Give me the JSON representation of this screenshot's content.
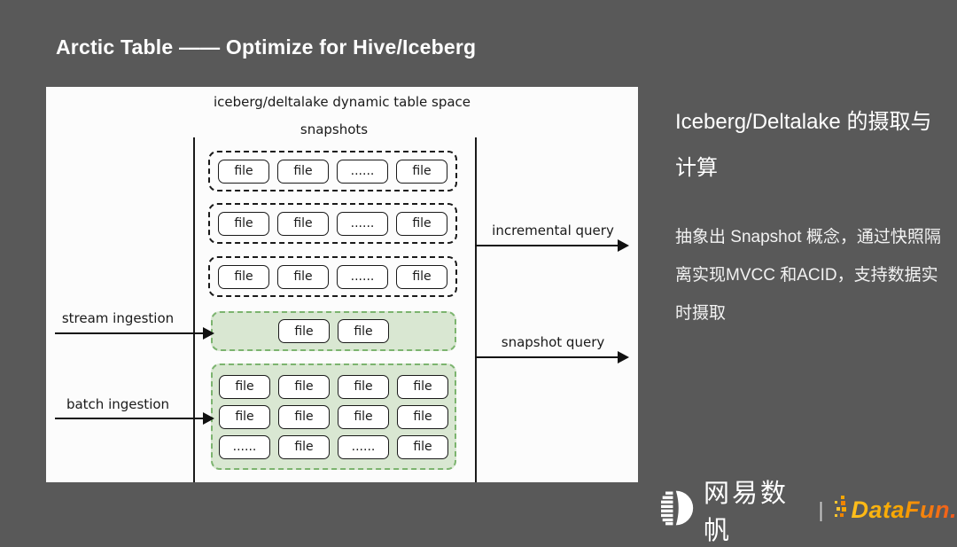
{
  "slide": {
    "title": "Arctic Table —— Optimize for Hive/Iceberg",
    "background_color": "#595959"
  },
  "diagram": {
    "title": "iceberg/deltalake dynamic table space",
    "snapshots_label": "snapshots",
    "snapshot_rows": [
      [
        "file",
        "file",
        "......",
        "file"
      ],
      [
        "file",
        "file",
        "......",
        "file"
      ],
      [
        "file",
        "file",
        "......",
        "file"
      ]
    ],
    "stream_files": [
      "file",
      "file"
    ],
    "batch_rows": [
      [
        "file",
        "file",
        "file",
        "file"
      ],
      [
        "file",
        "file",
        "file",
        "file"
      ],
      [
        "......",
        "file",
        "......",
        "file"
      ]
    ],
    "labels": {
      "stream_ingestion": "stream ingestion",
      "batch_ingestion": "batch ingestion",
      "incremental_query": "incremental query",
      "snapshot_query": "snapshot query"
    },
    "colors": {
      "green_fill": "#d9e7d2",
      "green_border": "#7cb46f",
      "panel_bg": "#fcfcfc"
    }
  },
  "sidebar": {
    "heading": "Iceberg/Deltalake 的摄取与计算",
    "body": "抽象出 Snapshot 概念，通过快照隔离实现MVCC 和ACID，支持数据实时摄取"
  },
  "footer": {
    "netease_label": "网易数帆",
    "separator": "|",
    "datafun_label": "DataFun.",
    "datafun_colors": [
      "#ffc01e",
      "#f7a600",
      "#f1551f"
    ]
  }
}
